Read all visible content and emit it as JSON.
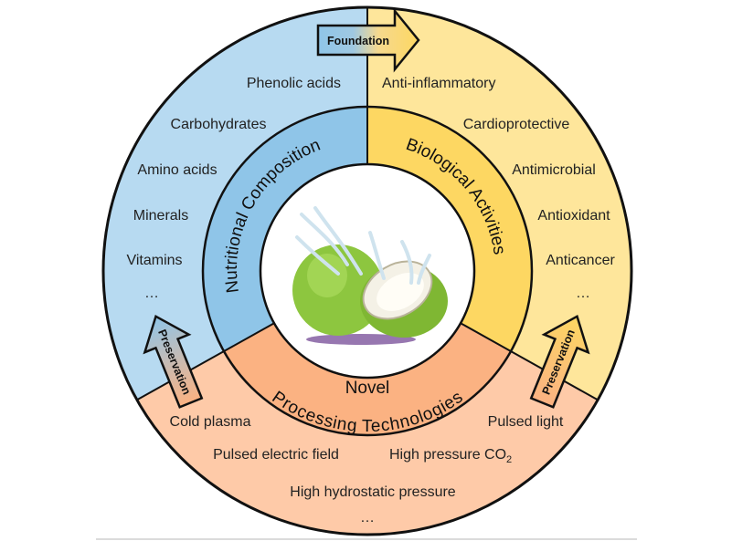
{
  "diagram": {
    "sections": {
      "nutritional": {
        "title": "Nutritional Composition",
        "items": [
          "Phenolic acids",
          "Carbohydrates",
          "Amino acids",
          "Minerals",
          "Vitamins",
          "…"
        ],
        "color_outer": "#b7daf1",
        "color_inner": "#8fc5e8"
      },
      "biological": {
        "title": "Biological Activities",
        "items": [
          "Anti-inflammatory",
          "Cardioprotective",
          "Antimicrobial",
          "Antioxidant",
          "Anticancer",
          "…"
        ],
        "color_outer": "#fee69b",
        "color_inner": "#fdd762"
      },
      "processing": {
        "title_line1": "Novel",
        "title_line2": "Processing Technologies",
        "items": [
          "Cold plasma",
          "Pulsed light",
          "Pulsed electric field",
          "High pressure CO",
          "High hydrostatic pressure",
          "…"
        ],
        "co2_subscript": "2",
        "color_outer": "#fecaa8",
        "color_inner": "#fbb282"
      }
    },
    "arrows": {
      "foundation": "Foundation",
      "preservation_left": "Preservation",
      "preservation_right": "Preservation"
    },
    "center_image": "coconut-illustration"
  }
}
